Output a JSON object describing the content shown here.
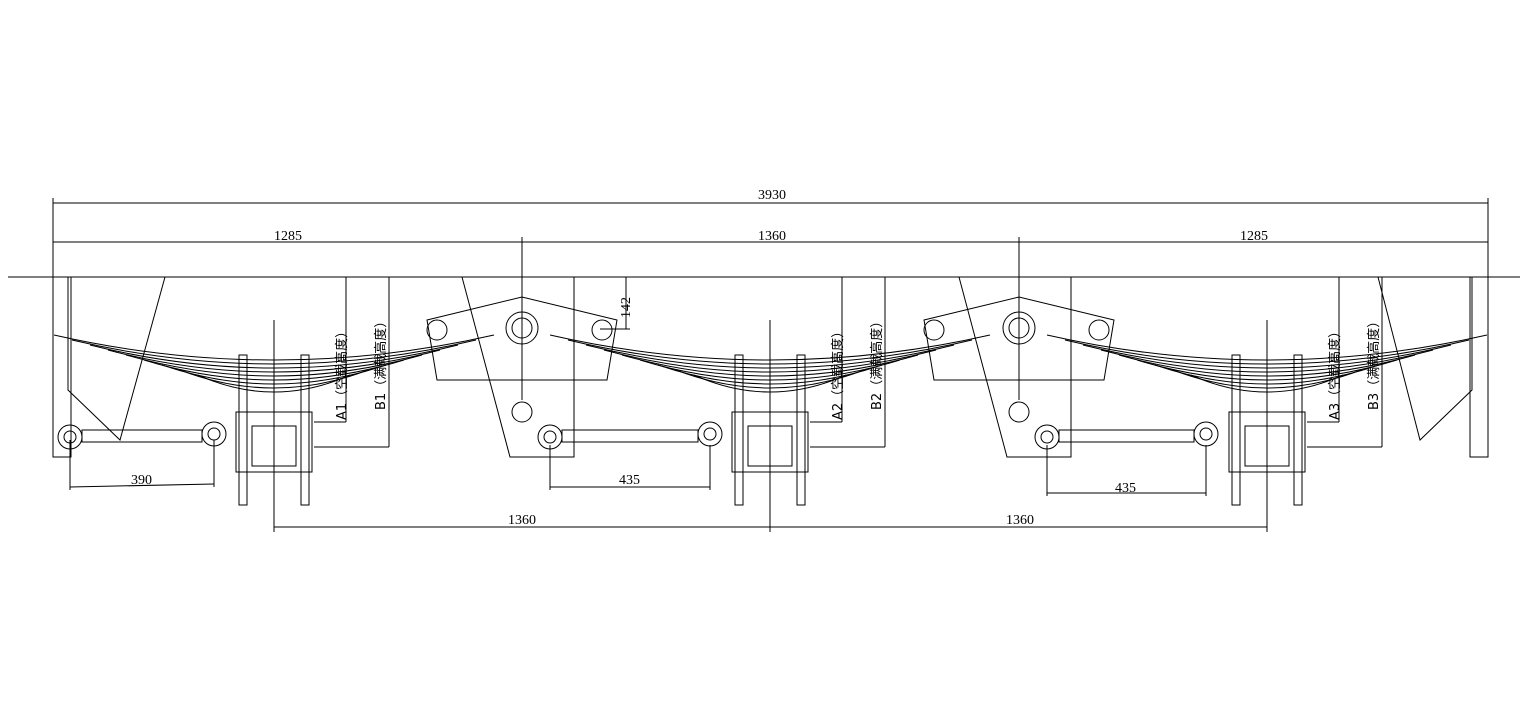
{
  "drawing": {
    "overall_length": "3930",
    "segments": [
      "1285",
      "1360",
      "1285"
    ],
    "axle_spacings": [
      "1360",
      "1360"
    ],
    "link_lengths": [
      "390",
      "435",
      "435"
    ],
    "equalizer_height": "142",
    "height_labels": [
      {
        "unloaded": "A1（空载高度）",
        "loaded": "B1（满载高度）"
      },
      {
        "unloaded": "A2（空载高度）",
        "loaded": "B2（满载高度）"
      },
      {
        "unloaded": "A3（空载高度）",
        "loaded": "B3（满载高度）"
      }
    ]
  }
}
